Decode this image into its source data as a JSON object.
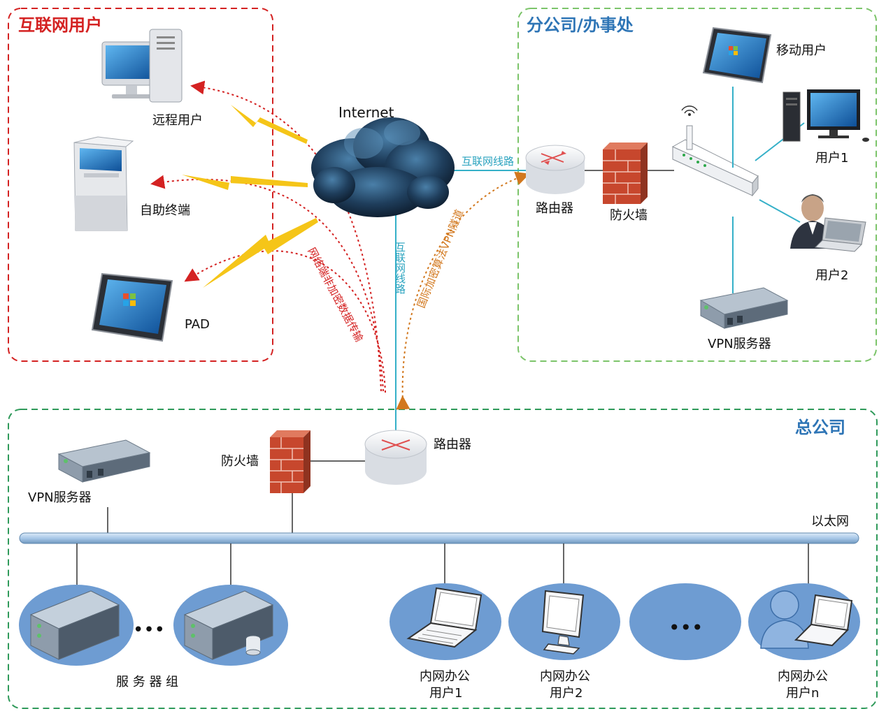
{
  "zones": {
    "internet_users": {
      "title": "互联网用户",
      "color": "#d42222"
    },
    "branch": {
      "title": "分公司/办事处",
      "color": "#2e75b6"
    },
    "hq": {
      "title": "总公司",
      "color": "#2e75b6"
    }
  },
  "cloud": {
    "label": "Internet"
  },
  "internet_users": {
    "remote_user": "远程用户",
    "kiosk": "自助终端",
    "pad": "PAD"
  },
  "branch": {
    "mobile_user": "移动用户",
    "user1": "用户1",
    "user2": "用户2",
    "router": "路由器",
    "firewall": "防火墙",
    "vpn_server": "VPN服务器"
  },
  "links": {
    "internet_line_h": "互联网线路",
    "internet_line_v": "互联网线路",
    "encrypted_transfer": "网络端非加密数据传输",
    "vpn_tunnel": "国际加密算法VPN隧道"
  },
  "hq": {
    "router": "路由器",
    "firewall": "防火墙",
    "vpn_server": "VPN服务器",
    "ethernet": "以太网",
    "server_group": "服 务 器 组",
    "ellipsis": "•••",
    "intranet_user1_line1": "内网办公",
    "intranet_user1_line2": "用户1",
    "intranet_user2_line1": "内网办公",
    "intranet_user2_line2": "用户2",
    "intranet_usern_line1": "内网办公",
    "intranet_usern_line2": "用户n"
  },
  "colors": {
    "line_cyan": "#35b0c8",
    "arrow_red": "#d42222",
    "arrow_orange": "#d2781e",
    "lightning": "#f5c518",
    "ellipse_blue": "#6e9cd2",
    "bus_blue": "#a8c8e8"
  }
}
